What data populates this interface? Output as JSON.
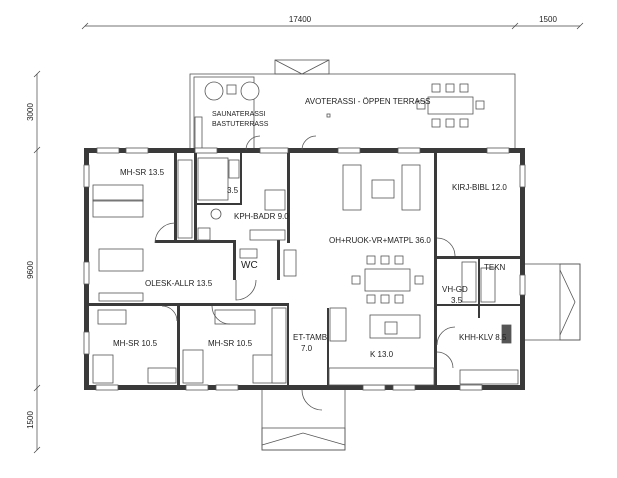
{
  "dimensions": {
    "top": [
      "17400",
      "1500"
    ],
    "left": [
      "3000",
      "9600",
      "1500"
    ]
  },
  "rooms": {
    "terrace": "AVOTERASSI - ÖPPEN TERRASS",
    "sauna_terrace_1": "SAUNATERASSI",
    "sauna_terrace_2": "BASTUTERRASS",
    "master_bedroom": "MH-SR 13.5",
    "sauna_area": "3.5",
    "bathroom": "KPH-BADR 9.0",
    "wc": "WC",
    "living": "OH+RUOK-VR+MATPL 36.0",
    "library": "KIRJ-BIBL 12.0",
    "lounge": "OLESK-ALLR 13.5",
    "bedroom_1": "MH-SR 10.5",
    "bedroom_2": "MH-SR 10.5",
    "hall_1": "ET-TAMB",
    "hall_2": "7.0",
    "kitchen": "K 13.0",
    "technical": "TEKN",
    "wardrobe_1": "VH-GD",
    "wardrobe_2": "3.5",
    "utility": "KHH-KLV 8.5"
  }
}
